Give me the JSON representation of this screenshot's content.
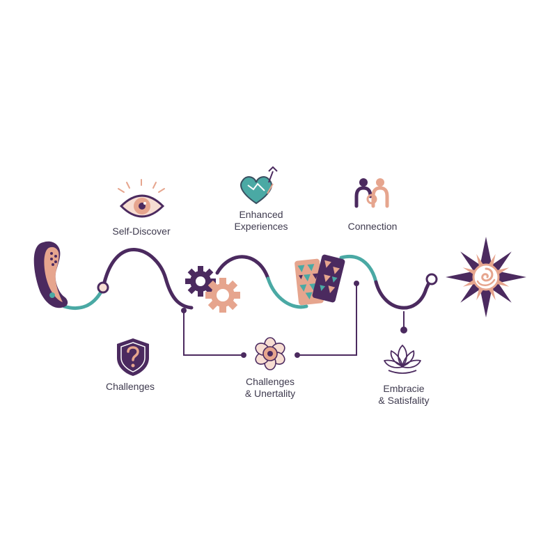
{
  "colors": {
    "purple": "#4b2a5f",
    "teal": "#4aa9a4",
    "peach": "#e6a58e",
    "light_peach": "#f7ddd2",
    "text": "#3e3a4e"
  },
  "stages": {
    "self_discover": {
      "label": "Self-Discover",
      "icon": "eye-icon"
    },
    "enhanced": {
      "line1": "Enhanced",
      "line2": "Experiences",
      "icon": "heart-with-arrow-icon"
    },
    "connection": {
      "label": "Connection",
      "icon": "two-people-icon"
    },
    "challenges": {
      "label": "Challenges",
      "icon": "question-shield-icon"
    },
    "challenges_uncertainty": {
      "line1": "Challenges",
      "line2": "& Unertality",
      "icon": "flower-icon"
    },
    "embrace": {
      "line1": "Embracie",
      "line2": "& Satisfality",
      "icon": "lotus-icon"
    }
  },
  "path_icons": [
    "phone-handset-icon",
    "gears-icon",
    "patterned-cards-icon",
    "compass-star-icon"
  ]
}
